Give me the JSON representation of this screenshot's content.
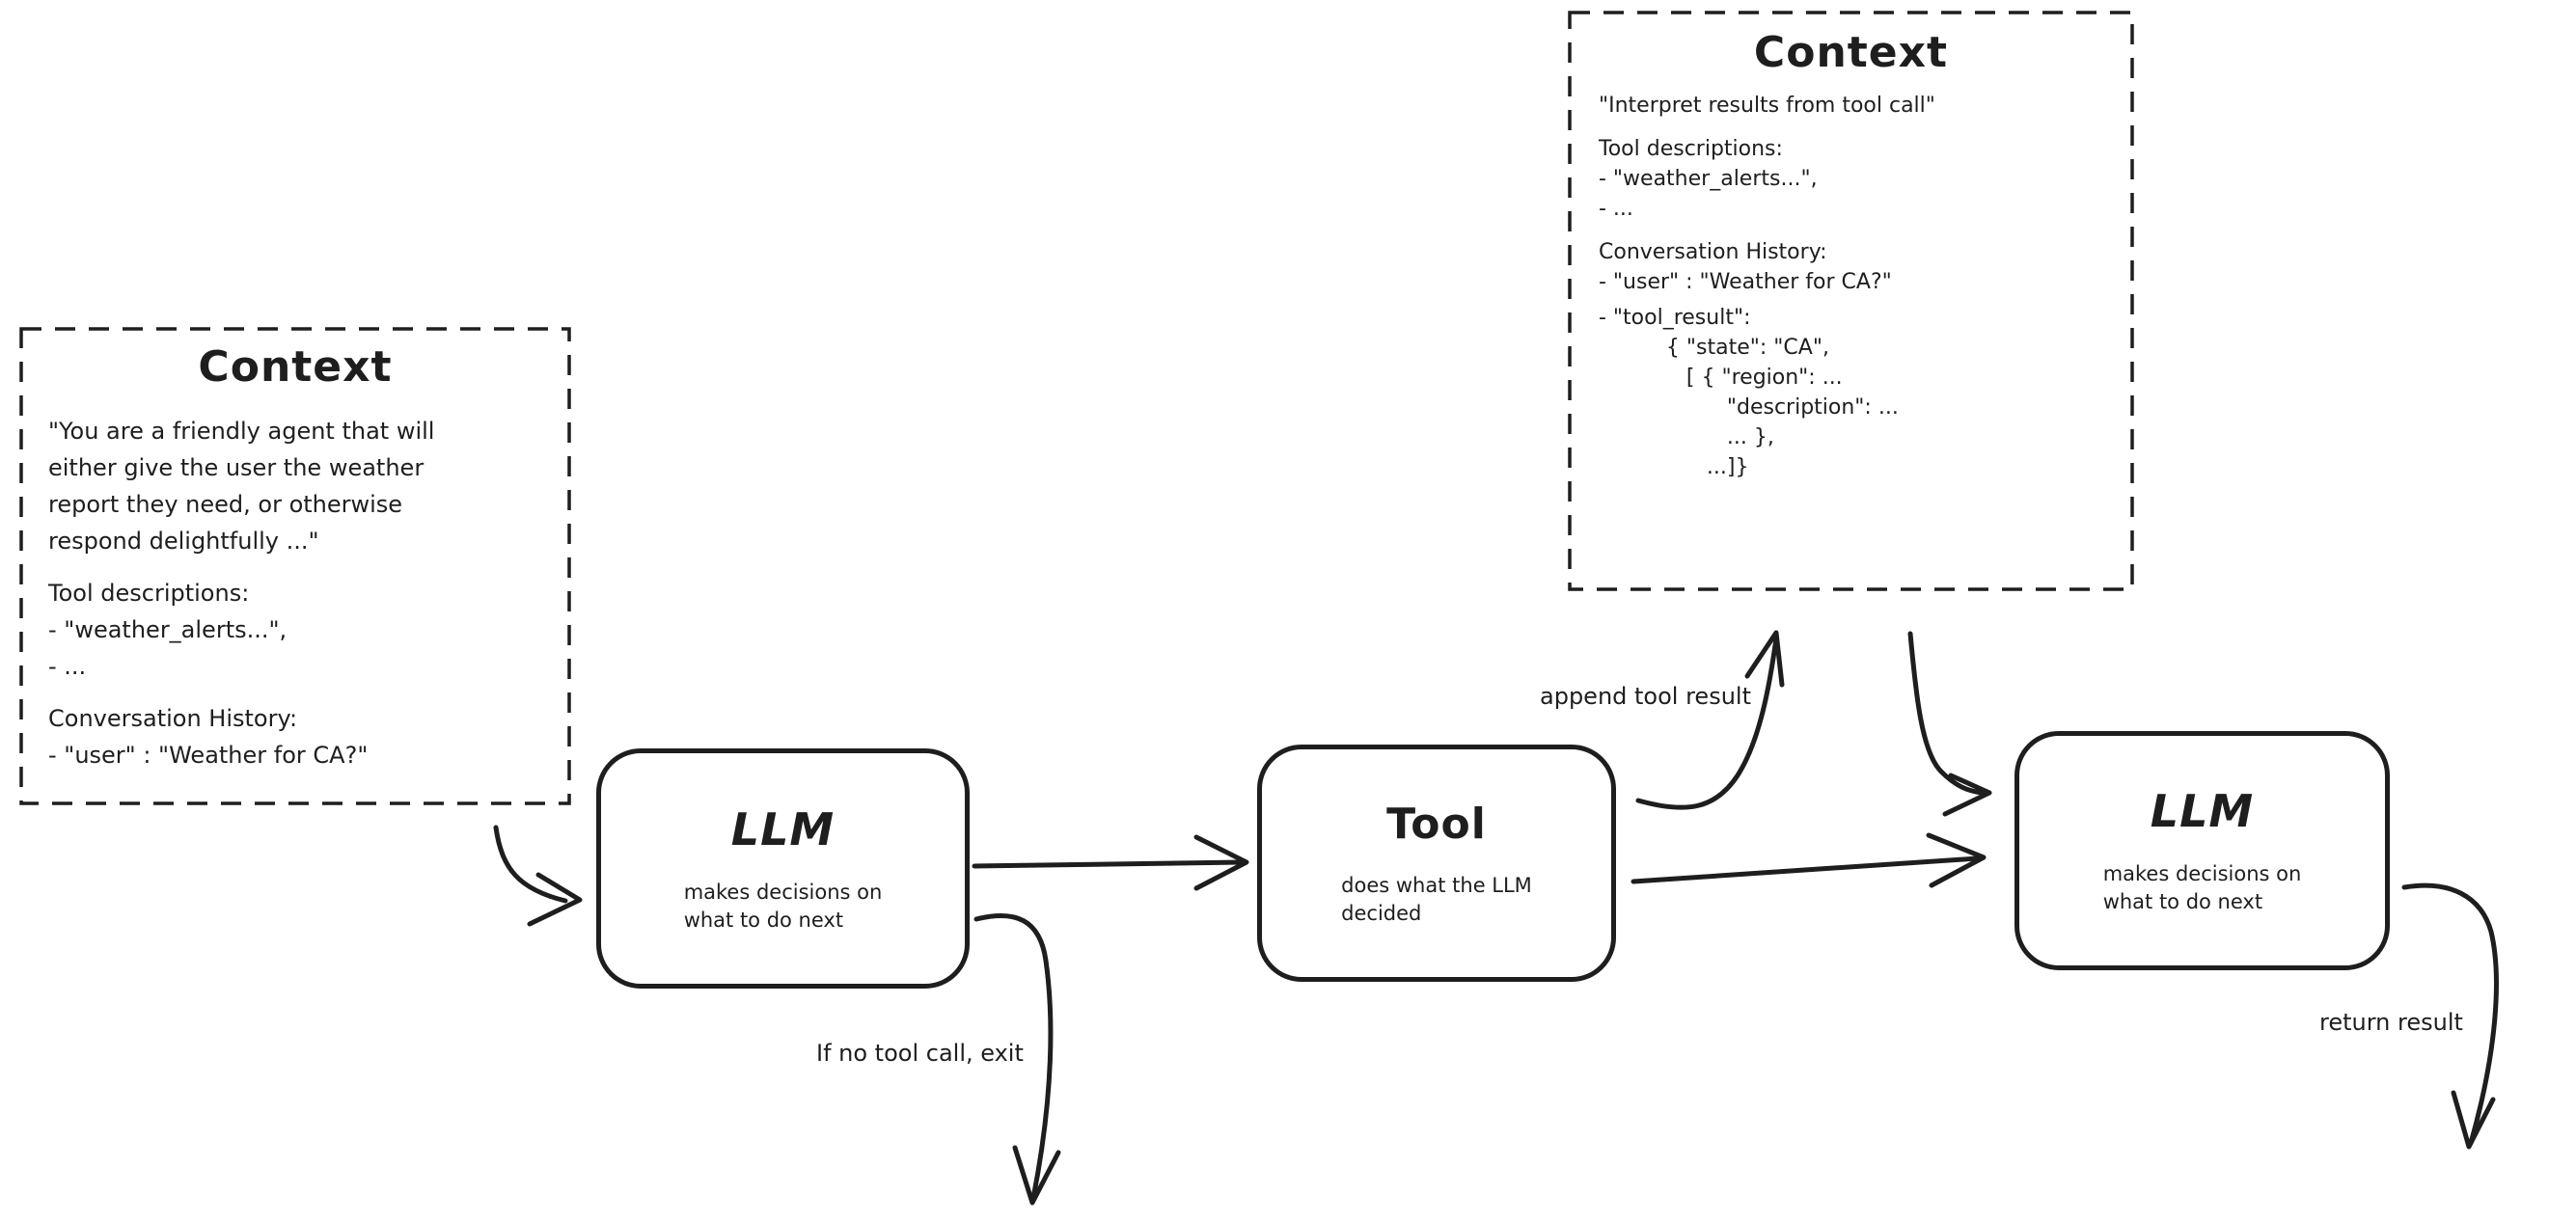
{
  "colors": {
    "ink": "#1e1e1e",
    "background": "#ffffff"
  },
  "context_left": {
    "title": "Context",
    "paragraphs": [
      "\"You are a friendly agent that will\neither give the user the weather\nreport they need, or otherwise\nrespond delightfully ...\"",
      "Tool descriptions:\n- \"weather_alerts...\",\n- ...",
      "Conversation History:\n- \"user\" : \"Weather for CA?\""
    ]
  },
  "context_top": {
    "title": "Context",
    "paragraphs": [
      "\"Interpret results from tool call\"",
      "Tool descriptions:\n- \"weather_alerts...\",\n- ...",
      "Conversation History:\n- \"user\" : \"Weather for CA?\"",
      "- \"tool_result\":\n          { \"state\": \"CA\",\n             [ { \"region\": ...\n                   \"description\": ...\n                   ... },\n                ...]}"
    ]
  },
  "nodes": {
    "llm1": {
      "title": "LLM",
      "subtitle": "makes decisions on\nwhat to do next"
    },
    "tool": {
      "title": "Tool",
      "subtitle": "does what the LLM\ndecided"
    },
    "llm2": {
      "title": "LLM",
      "subtitle": "makes decisions on\nwhat to do next"
    }
  },
  "edge_labels": {
    "append_tool_result": "append tool result",
    "if_no_tool_call_exit": "If no tool call, exit",
    "return_result": "return result"
  }
}
